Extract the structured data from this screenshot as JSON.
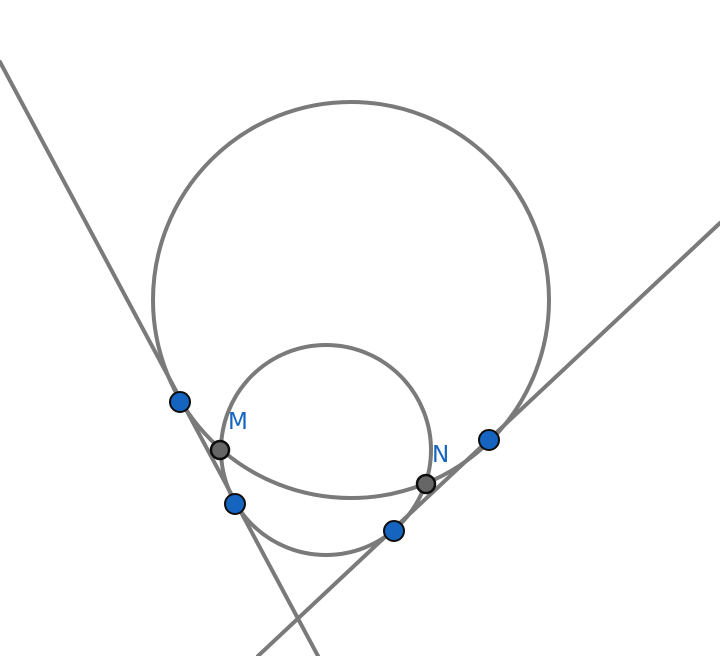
{
  "figure": {
    "labels": {
      "M": "M",
      "N": "N"
    },
    "colors": {
      "line": "#7a7a7a",
      "free_point": "#1565c0",
      "intersection_point": "#666666",
      "label": "#1565c0"
    },
    "icons": {
      "free_point": "filled-blue-dot",
      "intersection_point": "filled-gray-dot"
    }
  }
}
